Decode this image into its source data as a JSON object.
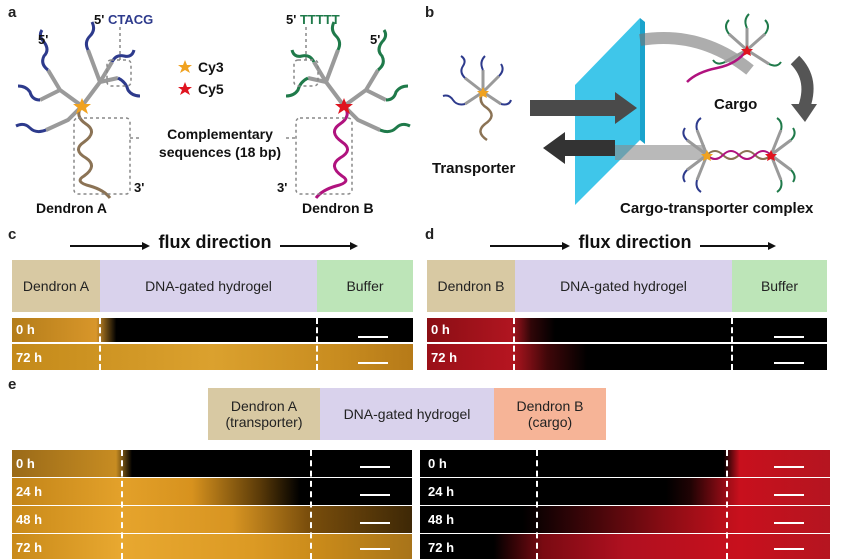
{
  "panels": {
    "a": "a",
    "b": "b",
    "c": "c",
    "d": "d",
    "e": "e"
  },
  "a": {
    "five_prime_left": "5'",
    "seq_left": "CTACG",
    "five_prime_right": "5'",
    "seq_right": "TTTTT",
    "five_prime_a": "5'",
    "five_prime_b": "5'",
    "three_prime_a": "3'",
    "three_prime_b": "3'",
    "legend_cy3": "Cy3",
    "legend_cy5": "Cy5",
    "complementary_line1": "Complementary",
    "complementary_line2": "sequences (18 bp)",
    "dendron_a": "Dendron A",
    "dendron_b": "Dendron B"
  },
  "b": {
    "cargo": "Cargo",
    "transporter": "Transporter",
    "complex": "Cargo-transporter complex"
  },
  "c": {
    "flux": "flux direction",
    "left_box": "Dendron A",
    "mid_box": "DNA-gated hydrogel",
    "right_box": "Buffer",
    "times": [
      "0 h",
      "72 h"
    ]
  },
  "d": {
    "flux": "flux direction",
    "left_box": "Dendron B",
    "mid_box": "DNA-gated hydrogel",
    "right_box": "Buffer",
    "times": [
      "0 h",
      "72 h"
    ]
  },
  "e": {
    "left_box_line1": "Dendron A",
    "left_box_line2": "(transporter)",
    "mid_box": "DNA-gated hydrogel",
    "right_box_line1": "Dendron B",
    "right_box_line2": "(cargo)",
    "times_left": [
      "0 h",
      "24 h",
      "48 h",
      "72 h"
    ],
    "times_right": [
      "0 h",
      "24 h",
      "48 h",
      "72 h"
    ]
  },
  "colors": {
    "blue": "#2d3a8c",
    "green": "#1f7a4a",
    "magenta": "#b0127e",
    "brown": "#8b7355",
    "tan": "#d8c9a3",
    "lavender": "#d9d2ec",
    "mint": "#bde5b8",
    "salmon": "#f6b497",
    "orange": "#e79a16",
    "red": "#c8101d",
    "cyan": "#3fc6ea"
  }
}
